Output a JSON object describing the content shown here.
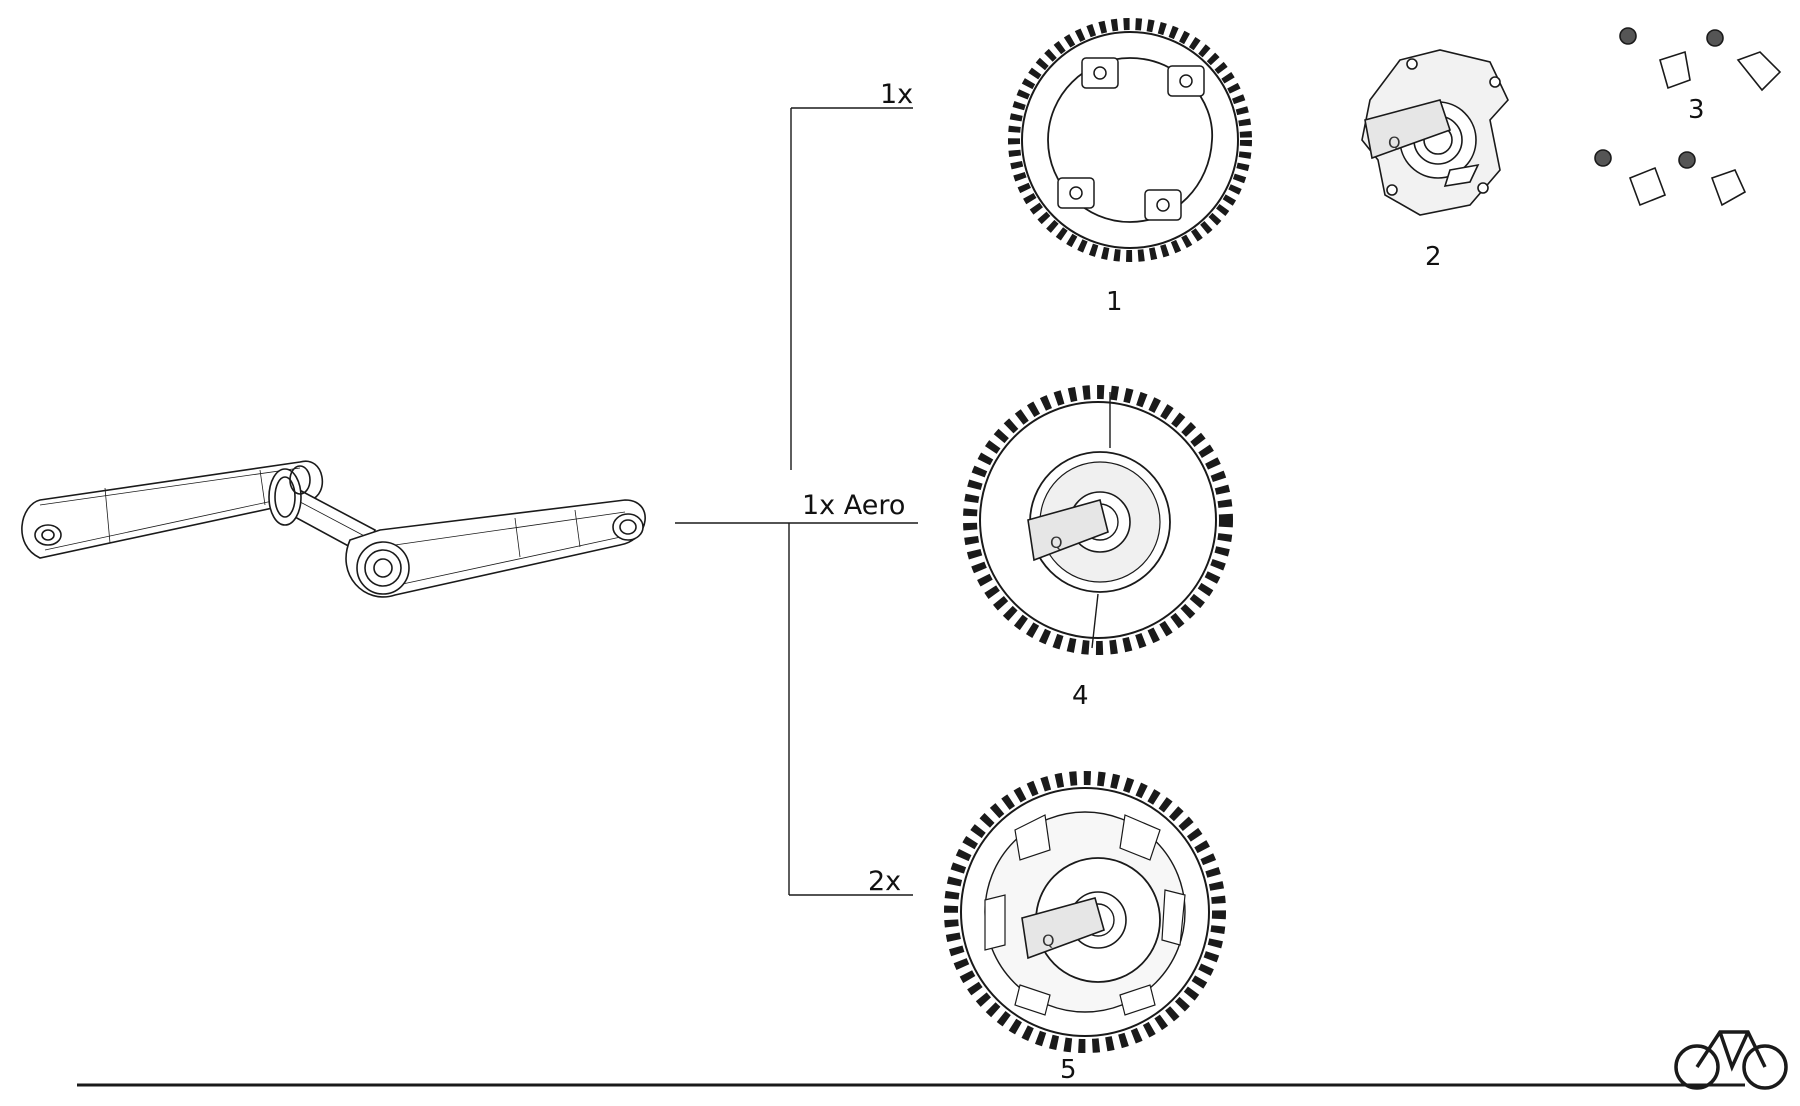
{
  "config_labels": {
    "one_x": "1x",
    "one_x_aero": "1x Aero",
    "two_x": "2x"
  },
  "callouts": {
    "part_1": "1",
    "part_2": "2",
    "part_3": "3",
    "part_4": "4",
    "part_5": "5"
  },
  "icons": {
    "crankset": "crankset-icon",
    "brand_logo": "bicycle-icon"
  },
  "colors": {
    "ink": "#1a1a1a",
    "background": "#ffffff"
  }
}
